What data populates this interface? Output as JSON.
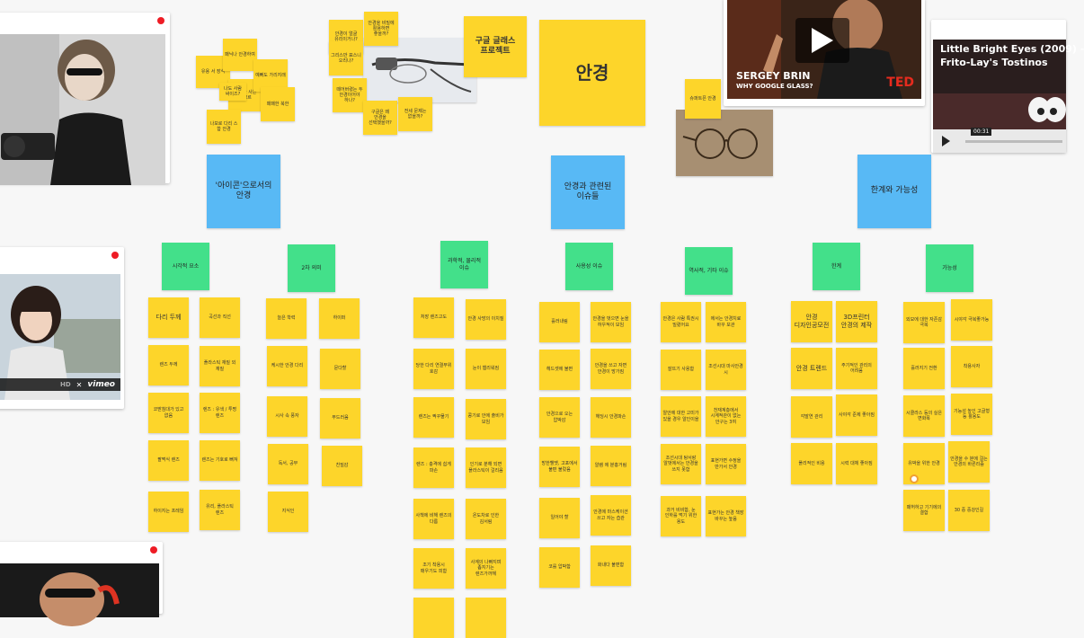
{
  "top_notes": {
    "glasses_left": [
      "유용 서 장식",
      "패닉나 안경하여",
      "자동차 사는 미모르",
      "예뻐도 가리지래",
      "나도 사람 싸이즈?",
      "패패한 북한",
      "나보로 다리 스 합 안경"
    ],
    "glasses_mid": [
      "안경이 얼굴 유리이거나?",
      "안경을 비밀에 활용하면 좋을까?",
      "그리스만 표스니 오리나?",
      "떼어버렸는 두 안경이어야 하나?",
      "구글은 왜 안경을 선택했을까?",
      "전세 문제는 없을까?"
    ],
    "google_glass": "구글 글래스 프로젝트",
    "title": "안경",
    "sunglasses": "슈퍼트픈 안경"
  },
  "categories": {
    "icon": "'아이콘'으로서의 안경",
    "issues": "안경과 관련된 이슈들",
    "limits": "한계와 가능성"
  },
  "subcategories": [
    "시각적 요소",
    "2차 의미",
    "과학적, 물리적 이슈",
    "사용성 이슈",
    "역사적, 기타 이슈",
    "한계",
    "가능성"
  ],
  "notes": {
    "visual": [
      "다리 두께",
      "곡선과 직선",
      "렌즈 두께",
      "플라스틱 재질 외 재질",
      "코받침대가 있고 없음",
      "렌즈 : 유색 / 투명 렌즈",
      "팔쩍식 렌즈",
      "렌즈는 기호로 뻐져",
      "하이지는 프레임",
      "유리, 플라스틱 렌즈"
    ],
    "meaning": [
      "늘은 학력",
      "하이퍼",
      "케시한 안경 다리",
      "문다할",
      "시사 속 풍자",
      "부드러움",
      "독서, 공부",
      "친밀감",
      "지식인"
    ],
    "science": [
      "처장 렌즈고도",
      "안경 사망의 이치질",
      "당한 다리 연결부위 호감",
      "눈이 햄리워짐",
      "렌즈는 짝꾸물기",
      "콩기로 안에 출비가 보임",
      "렌즈 : 충격에 쉽게 파손",
      "인기로 분해 되면 플라스틱이 걸리음",
      "사책에 비해 렌즈의 다름",
      "온도차로 인한 김서림",
      "조기 착용시 매우기도 피함",
      "사계의 나빠지며 좁지기는 렌즈가까해",
      "",
      ""
    ],
    "usability": [
      "흘러내림",
      "안경을 벗으면 눈을 하우적이 보임",
      "헤드셋에 불편",
      "안경을 쓰고 자면 안경이 망가짐",
      "안경으로 오는 압박감",
      "헤딩시 안경파손",
      "방한헬멧, 고포에서 불편 불렀음",
      "알렘 에 분홍거림",
      "일어야 할",
      "안경에 마스케이션 쓰고 자는 습관",
      "코를 압박함",
      "화내다 불편함"
    ],
    "history": [
      "안경은 사람 특권시 밀렸어요",
      "에서는 안경치료 바꾸 보관",
      "잘뜨기 사용함",
      "조선시대 마사안경 시",
      "알안에 대한 고미가 있을 경우 알인이을",
      "천재계층에서 시계적관이 없는 안구는 3여",
      "조선시대 탕서랑 알벗에서는 안경을 쓰지 못함",
      "표현가면 수정을 만가서 안경",
      "과거 비비합, 눈 인하를 먹기 위한 용도",
      "표현가는 안경 책장 바꾸는 높음"
    ],
    "limits": [
      "안경 디자인공모전",
      "3D프린터 안경의 제작",
      "안경 트렌드",
      "주기적인 관리의 어려움",
      "각발연 관리",
      "사야각 준제 좋아짐",
      "폴리적인 비용",
      "시력 대체 좋아짐"
    ],
    "possibility": [
      "외모에 대한 자존감 극복",
      "시야각 극복좋가능",
      "흘러지기 전환",
      "착용사자",
      "시클라스 등의 실은 변화폭",
      "기능성 높인 고글형 등 활용도",
      "유박을 위한 안경",
      "안경을 수 분에 걸는 안경의 바른리즘",
      "패허하고 기기에의 결합",
      "30 중 중강인길"
    ]
  },
  "media": {
    "ted": {
      "line1": "SERGEY BRIN",
      "line2": "WHY GOOGLE GLASS?",
      "logo": "TED"
    },
    "youtube": {
      "title_line1": "Little Bright Eyes (2009) -",
      "title_line2": "Frito-Lay's Tostinos",
      "time": "00:31"
    },
    "vimeo": {
      "hd": "HD",
      "logo": "vimeo"
    }
  },
  "colors": {
    "yellow": "#fdd52a",
    "blue": "#58b9f5",
    "green": "#43e08a",
    "close_dot": "#ee1c25"
  }
}
